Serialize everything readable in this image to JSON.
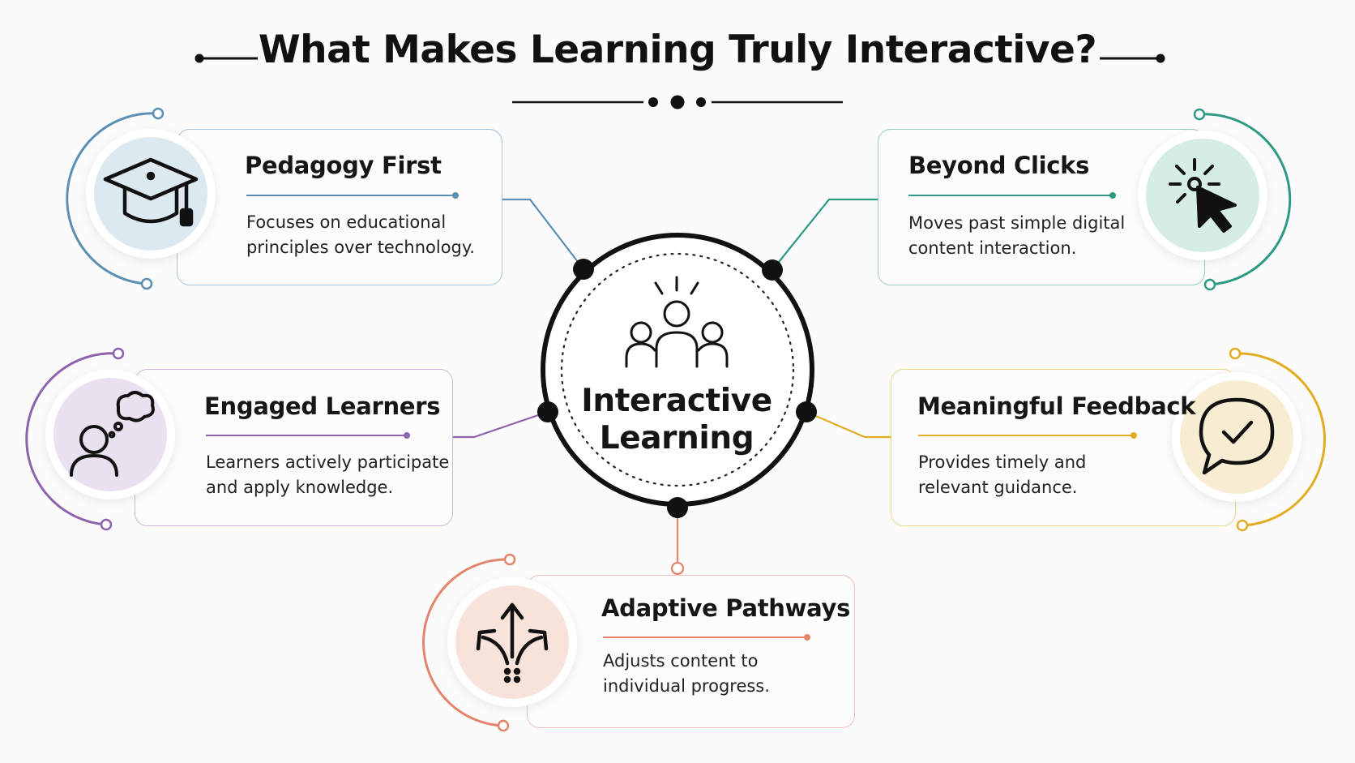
{
  "title": "What Makes Learning Truly Interactive?",
  "center": {
    "line1": "Interactive",
    "line2": "Learning"
  },
  "cards": [
    {
      "id": "pedagogy",
      "title": "Pedagogy First",
      "line1": "Focuses on educational",
      "line2": "principles over technology.",
      "color": "#5b8fb3",
      "tint": "#dce9f1",
      "icon": "graduation-cap-icon"
    },
    {
      "id": "beyond-clicks",
      "title": "Beyond Clicks",
      "line1": "Moves past simple digital",
      "line2": "content interaction.",
      "color": "#2e9a84",
      "tint": "#d6ece6",
      "icon": "cursor-click-icon"
    },
    {
      "id": "engaged",
      "title": "Engaged Learners",
      "line1": "Learners actively participate",
      "line2": "and apply knowledge.",
      "color": "#8c63ac",
      "tint": "#e9e0f0",
      "icon": "thinking-person-icon"
    },
    {
      "id": "feedback",
      "title": "Meaningful Feedback",
      "line1": "Provides timely and",
      "line2": "relevant guidance.",
      "color": "#e2ad24",
      "tint": "#f8edd3",
      "icon": "chat-check-icon"
    },
    {
      "id": "adaptive",
      "title": "Adaptive Pathways",
      "line1": "Adjusts content to",
      "line2": "individual progress.",
      "color": "#e4846b",
      "tint": "#f8e3db",
      "icon": "branching-arrows-icon"
    }
  ]
}
